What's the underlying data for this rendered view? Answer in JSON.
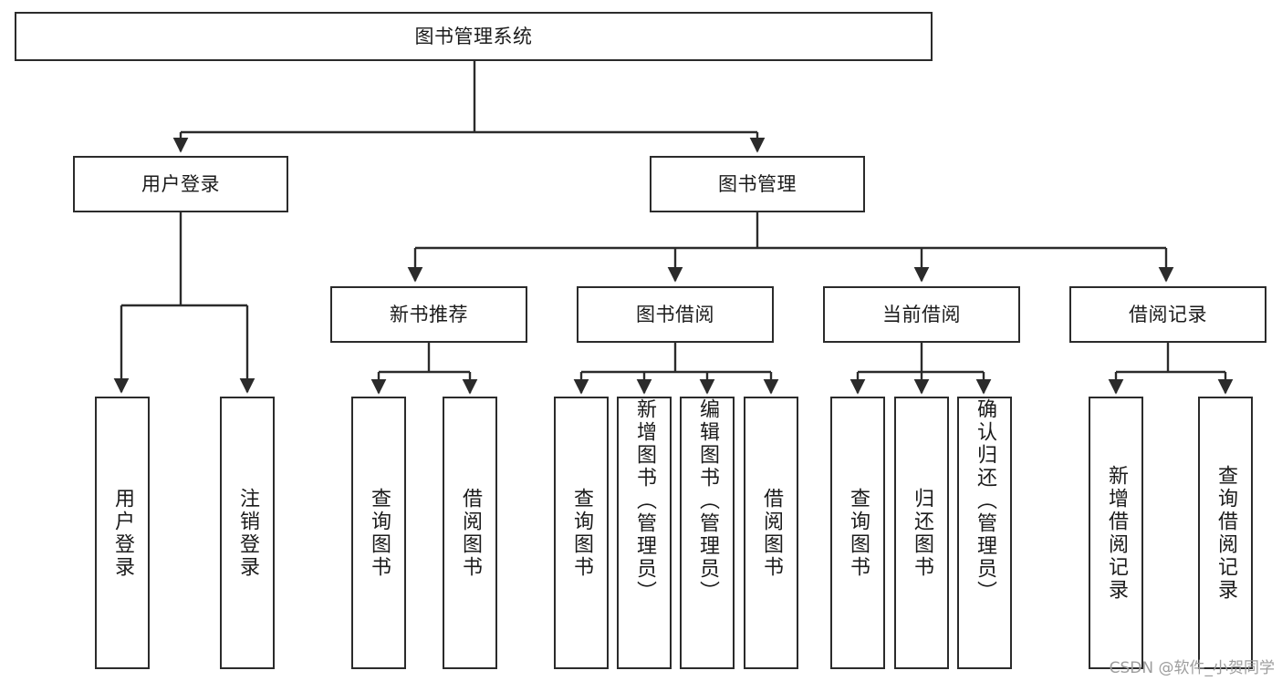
{
  "diagram": {
    "type": "tree",
    "title": "图书管理系统",
    "orientation": "top-down",
    "watermark": "CSDN @软件_小贺同学",
    "colors": {
      "box_border": "#2b2b2b",
      "box_fill": "#ffffff",
      "edge": "#2b2b2b",
      "text": "#1b1b1b",
      "watermark": "#9d9d9d",
      "background": "#ffffff"
    },
    "nodes": {
      "root": {
        "label": "图书管理系统"
      },
      "l1": [
        {
          "label": "用户登录"
        },
        {
          "label": "图书管理"
        }
      ],
      "l2": [
        {
          "label": "新书推荐"
        },
        {
          "label": "图书借阅"
        },
        {
          "label": "当前借阅"
        },
        {
          "label": "借阅记录"
        }
      ],
      "leaves_login": [
        {
          "label": "用户登录"
        },
        {
          "label": "注销登录"
        }
      ],
      "leaves_newbook": [
        {
          "label": "查询图书"
        },
        {
          "label": "借阅图书"
        }
      ],
      "leaves_borrow": [
        {
          "label": "查询图书"
        },
        {
          "label": "新增图书（管理员）"
        },
        {
          "label": "编辑图书（管理员）"
        },
        {
          "label": "借阅图书"
        }
      ],
      "leaves_current": [
        {
          "label": "查询图书"
        },
        {
          "label": "归还图书"
        },
        {
          "label": "确认归还（管理员）"
        }
      ],
      "leaves_record": [
        {
          "label": "新增借阅记录"
        },
        {
          "label": "查询借阅记录"
        }
      ]
    }
  }
}
